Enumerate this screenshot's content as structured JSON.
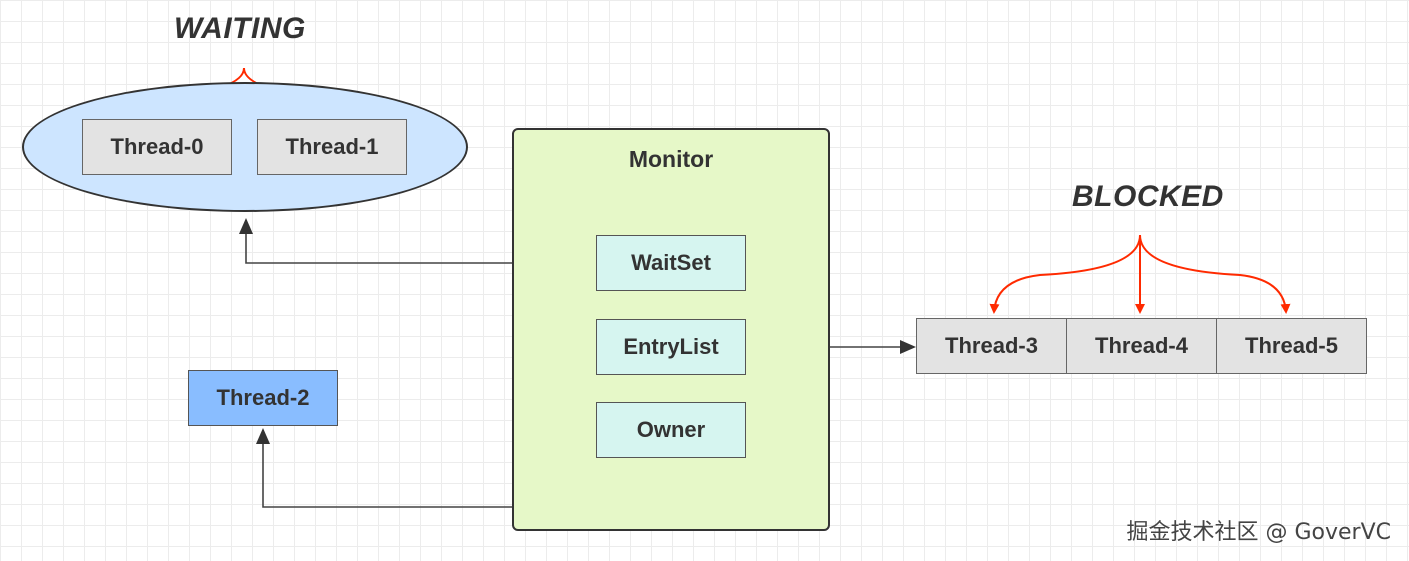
{
  "diagram": {
    "waiting_label": "WAITING",
    "blocked_label": "BLOCKED",
    "monitor": {
      "title": "Monitor",
      "wait_set": "WaitSet",
      "entry_list": "EntryList",
      "owner": "Owner"
    },
    "waiting_threads": [
      "Thread-0",
      "Thread-1"
    ],
    "owner_thread": "Thread-2",
    "blocked_threads": [
      "Thread-3",
      "Thread-4",
      "Thread-5"
    ],
    "colors": {
      "arrow_red": "#ff2a00",
      "wire_dark": "#444444",
      "waiting_fill": "#cde5ff",
      "monitor_fill": "#e6f8c8",
      "slot_fill": "#d6f5f0",
      "owner_fill": "#89bdff",
      "thread_fill": "#e3e3e3"
    }
  },
  "watermark": "掘金技术社区 @ GoverVC"
}
